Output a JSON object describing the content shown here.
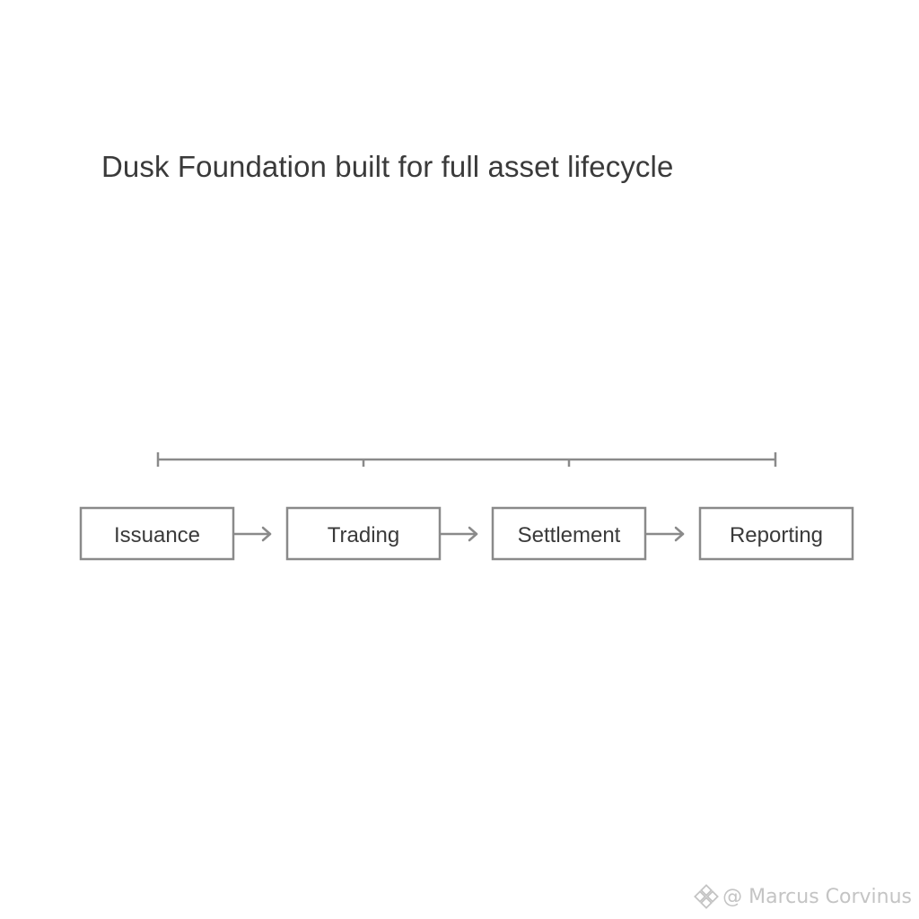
{
  "title": "Dusk Foundation built for full asset lifecycle",
  "stages": [
    {
      "label": "Issuance"
    },
    {
      "label": "Trading"
    },
    {
      "label": "Settlement"
    },
    {
      "label": "Reporting"
    }
  ],
  "watermark": {
    "icon": "binance-logo-icon",
    "text": "@ Marcus Corvinus"
  },
  "colors": {
    "line": "#8a8a8a",
    "text": "#3a3a3a",
    "watermark": "#c4c4c4"
  }
}
